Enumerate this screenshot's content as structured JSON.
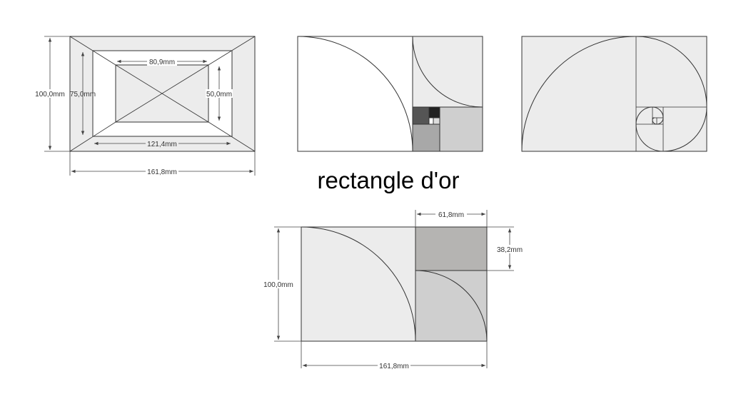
{
  "title": "rectangle d'or",
  "diagram1": {
    "width_label": "161,8mm",
    "height_label": "100,0mm",
    "mid_width_label": "121,4mm",
    "mid_height_label": "75,0mm",
    "inner_width_label": "80,9mm",
    "inner_height_label": "50,0mm"
  },
  "diagram4": {
    "width_label": "161,8mm",
    "height_label": "100,0mm",
    "square_width_label": "61,8mm",
    "square_height_label": "38,2mm"
  },
  "colors": {
    "fill_light": "#ececec",
    "fill_mid": "#cfcfcf",
    "fill_dark": "#a8a8a8",
    "fill_darker": "#7a7a7a",
    "fill_darkest": "#555555",
    "fill_square": "#b5b4b2",
    "stroke": "#333333"
  }
}
